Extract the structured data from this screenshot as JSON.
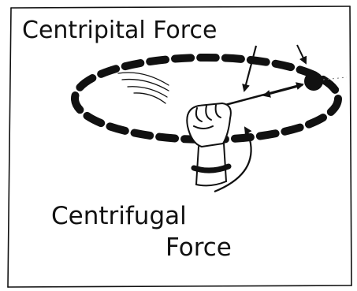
{
  "labels": {
    "top": "Centripital Force",
    "bottom_line1": "Centrifugal",
    "bottom_line2": "Force"
  },
  "colors": {
    "ink": "#111111",
    "paper": "#ffffff"
  }
}
